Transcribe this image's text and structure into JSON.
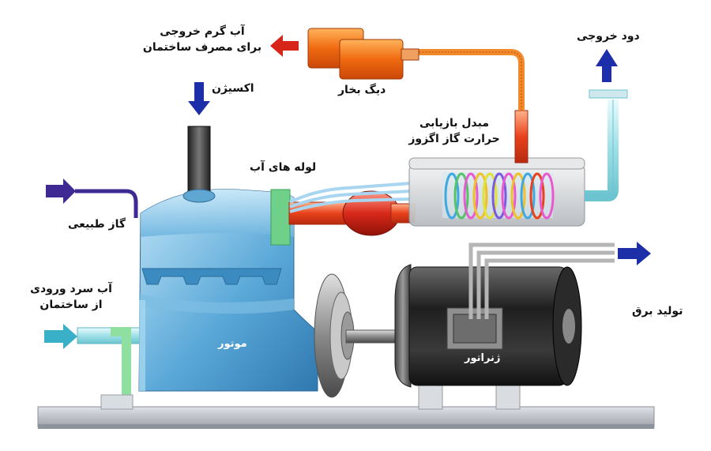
{
  "labels": {
    "hot_water_out": [
      "آب گرم خروجی",
      "برای مصرف ساختمان"
    ],
    "steam_boiler": "دیگ بخار",
    "exhaust": "دود خروجی",
    "oxygen": "اکسیژن",
    "heat_exchanger": [
      "مبدل بازیابی",
      "حرارت گاز اگزوز"
    ],
    "water_pipes": "لوله های آب",
    "natural_gas": "گاز طبیعی",
    "cold_water_in": [
      "آب سرد ورودی",
      "از ساختمان"
    ],
    "engine": "موتور",
    "generator": "ژنراتور",
    "power_generation": "تولید برق"
  },
  "colors": {
    "engine_blue": "#4f9fd0",
    "engine_light": "#a8d6f0",
    "hot_pipe": "#e8421c",
    "boiler_orange": "#f06a10",
    "exhaust_arrow": "#1c2fa8",
    "gas_arrow": "#3f2a94",
    "cold_pipe": "#9fe0e8",
    "green_flange": "#6fd08a",
    "generator_dark": "#2b2b2b",
    "base_gray": "#c8ccd2"
  },
  "icons": [
    "arrow-left-icon",
    "arrow-up-icon",
    "arrow-down-icon",
    "arrow-right-icon"
  ]
}
